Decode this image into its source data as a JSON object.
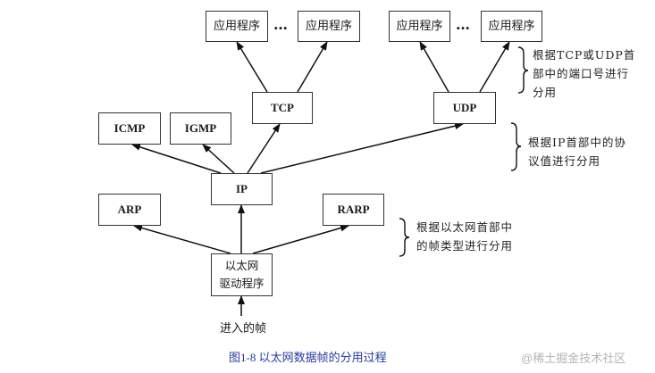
{
  "diagram": {
    "boxes": {
      "app1": "应用程序",
      "app2": "应用程序",
      "app3": "应用程序",
      "app4": "应用程序",
      "tcp": "TCP",
      "udp": "UDP",
      "icmp": "ICMP",
      "igmp": "IGMP",
      "ip": "IP",
      "arp": "ARP",
      "rarp": "RARP",
      "driver_line1": "以太网",
      "driver_line2": "驱动程序"
    },
    "ellipsis": "…",
    "input_label": "进入的帧",
    "notes": {
      "transport": [
        "根据TCP或UDP首",
        "部中的端口号进行",
        "分用"
      ],
      "ip": [
        "根据IP首部中的协",
        "议值进行分用"
      ],
      "ethernet": [
        "根据以太网首部中",
        "的帧类型进行分用"
      ]
    },
    "edges": [
      [
        "driver",
        "arp"
      ],
      [
        "driver",
        "ip"
      ],
      [
        "driver",
        "rarp"
      ],
      [
        "ip",
        "icmp"
      ],
      [
        "ip",
        "igmp"
      ],
      [
        "ip",
        "tcp"
      ],
      [
        "ip",
        "udp"
      ],
      [
        "tcp",
        "app1"
      ],
      [
        "tcp",
        "app2"
      ],
      [
        "udp",
        "app3"
      ],
      [
        "udp",
        "app4"
      ],
      [
        "input",
        "driver"
      ]
    ]
  },
  "caption": "图1-8   以太网数据帧的分用过程",
  "watermark": "@稀土掘金技术社区"
}
